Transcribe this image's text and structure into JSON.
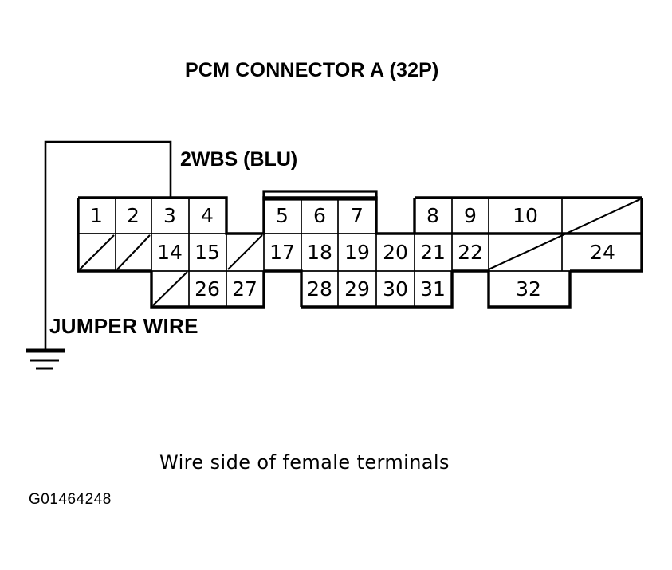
{
  "title": "PCM CONNECTOR A (32P)",
  "labels": {
    "wire_label": "2WBS (BLU)",
    "jumper_label": "JUMPER WIRE",
    "caption": "Wire side of female terminals",
    "id_code": "G01464248"
  },
  "colors": {
    "line": "#000000",
    "background": "#ffffff",
    "text": "#000000"
  },
  "connector": {
    "name": "PCM CONNECTOR A",
    "pin_count": "32P",
    "rows": [
      {
        "row": "top",
        "cells": [
          {
            "label": "1",
            "blank": false
          },
          {
            "label": "2",
            "blank": false
          },
          {
            "label": "3",
            "blank": false
          },
          {
            "label": "4",
            "blank": false
          },
          {
            "label": "",
            "blank": true
          },
          {
            "label": "5",
            "blank": false
          },
          {
            "label": "6",
            "blank": false
          },
          {
            "label": "7",
            "blank": false
          },
          {
            "label": "",
            "blank": true
          },
          {
            "label": "8",
            "blank": false
          },
          {
            "label": "9",
            "blank": false
          },
          {
            "label": "10",
            "blank": false
          },
          {
            "label": "",
            "blank": true
          }
        ]
      },
      {
        "row": "middle",
        "cells": [
          {
            "label": "",
            "blank": true
          },
          {
            "label": "",
            "blank": true
          },
          {
            "label": "14",
            "blank": false
          },
          {
            "label": "15",
            "blank": false
          },
          {
            "label": "",
            "blank": true
          },
          {
            "label": "17",
            "blank": false
          },
          {
            "label": "18",
            "blank": false
          },
          {
            "label": "19",
            "blank": false
          },
          {
            "label": "20",
            "blank": false
          },
          {
            "label": "21",
            "blank": false
          },
          {
            "label": "22",
            "blank": false
          },
          {
            "label": "",
            "blank": true
          },
          {
            "label": "24",
            "blank": false
          }
        ]
      },
      {
        "row": "bottom",
        "cells": [
          {
            "label": "",
            "blank": true
          },
          {
            "label": "26",
            "blank": false
          },
          {
            "label": "27",
            "blank": false
          },
          {
            "label": "28",
            "blank": false
          },
          {
            "label": "29",
            "blank": false
          },
          {
            "label": "30",
            "blank": false
          },
          {
            "label": "31",
            "blank": false
          },
          {
            "label": "32",
            "blank": false
          }
        ]
      }
    ]
  },
  "symbols": {
    "ground": "ground-symbol",
    "jumper_wire": "jumper-wire-path"
  }
}
